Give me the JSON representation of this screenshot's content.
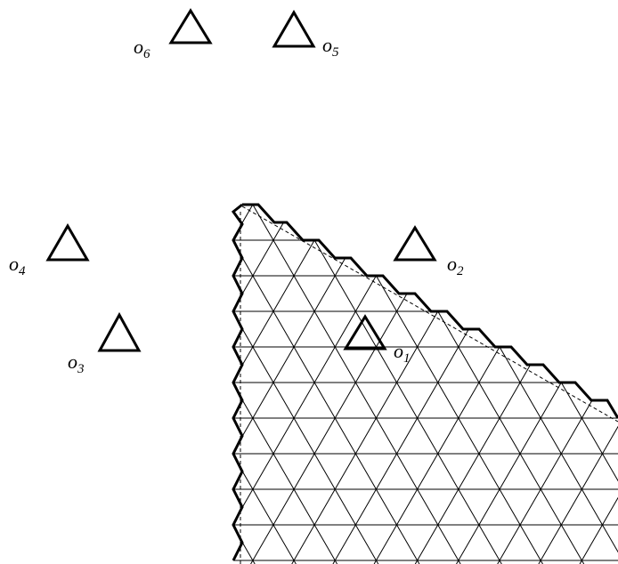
{
  "labels": [
    {
      "id": "o1",
      "letter": "o",
      "index": "1"
    },
    {
      "id": "o2",
      "letter": "o",
      "index": "2"
    },
    {
      "id": "o3",
      "letter": "o",
      "index": "3"
    },
    {
      "id": "o4",
      "letter": "o",
      "index": "4"
    },
    {
      "id": "o5",
      "letter": "o",
      "index": "5"
    },
    {
      "id": "o6",
      "letter": "o",
      "index": "6"
    }
  ],
  "colors": {
    "stroke": "#000000",
    "background": "#ffffff"
  }
}
